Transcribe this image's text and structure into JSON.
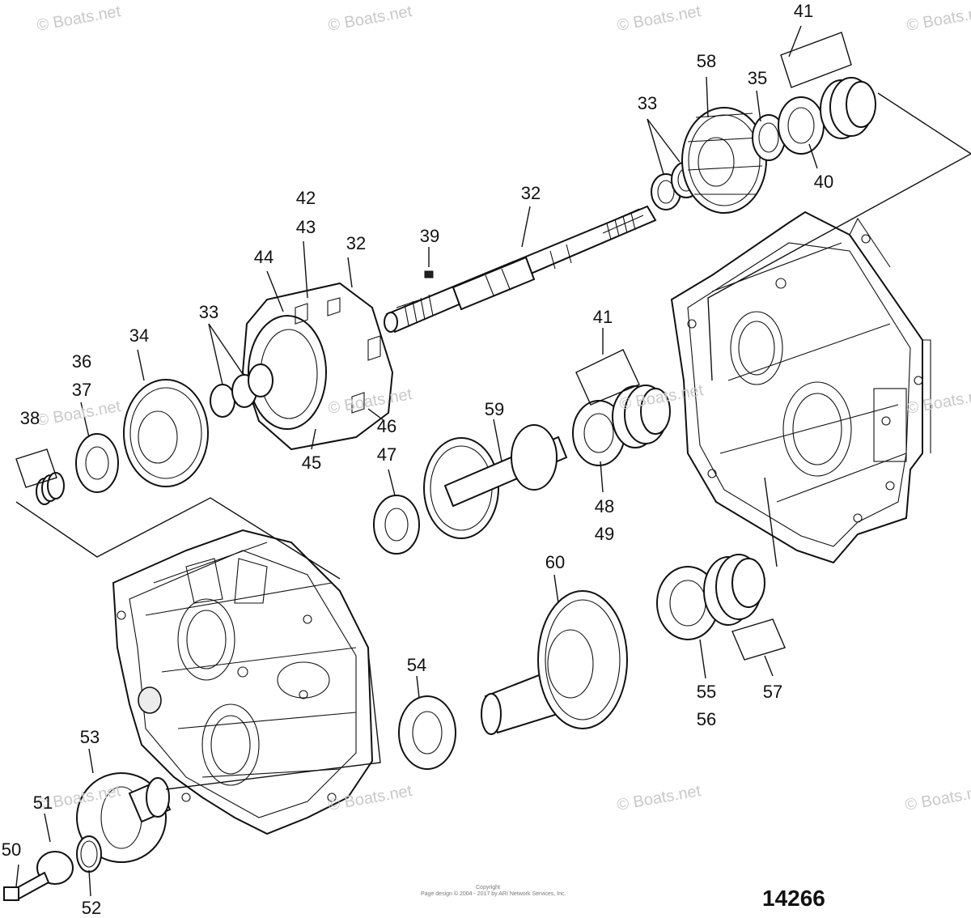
{
  "watermark": "© Boats.net",
  "diagram_number": "14266",
  "copyright_line1": "Copyright",
  "copyright_line2": "Page design © 2004 - 2017 by ARI Network Services, Inc.",
  "callouts": [
    "41",
    "58",
    "35",
    "33",
    "40",
    "32",
    "42",
    "43",
    "44",
    "32",
    "39",
    "33",
    "34",
    "36",
    "37",
    "38",
    "45",
    "46",
    "41",
    "59",
    "47",
    "48",
    "49",
    "60",
    "54",
    "55",
    "56",
    "57",
    "53",
    "51",
    "50",
    "52"
  ]
}
